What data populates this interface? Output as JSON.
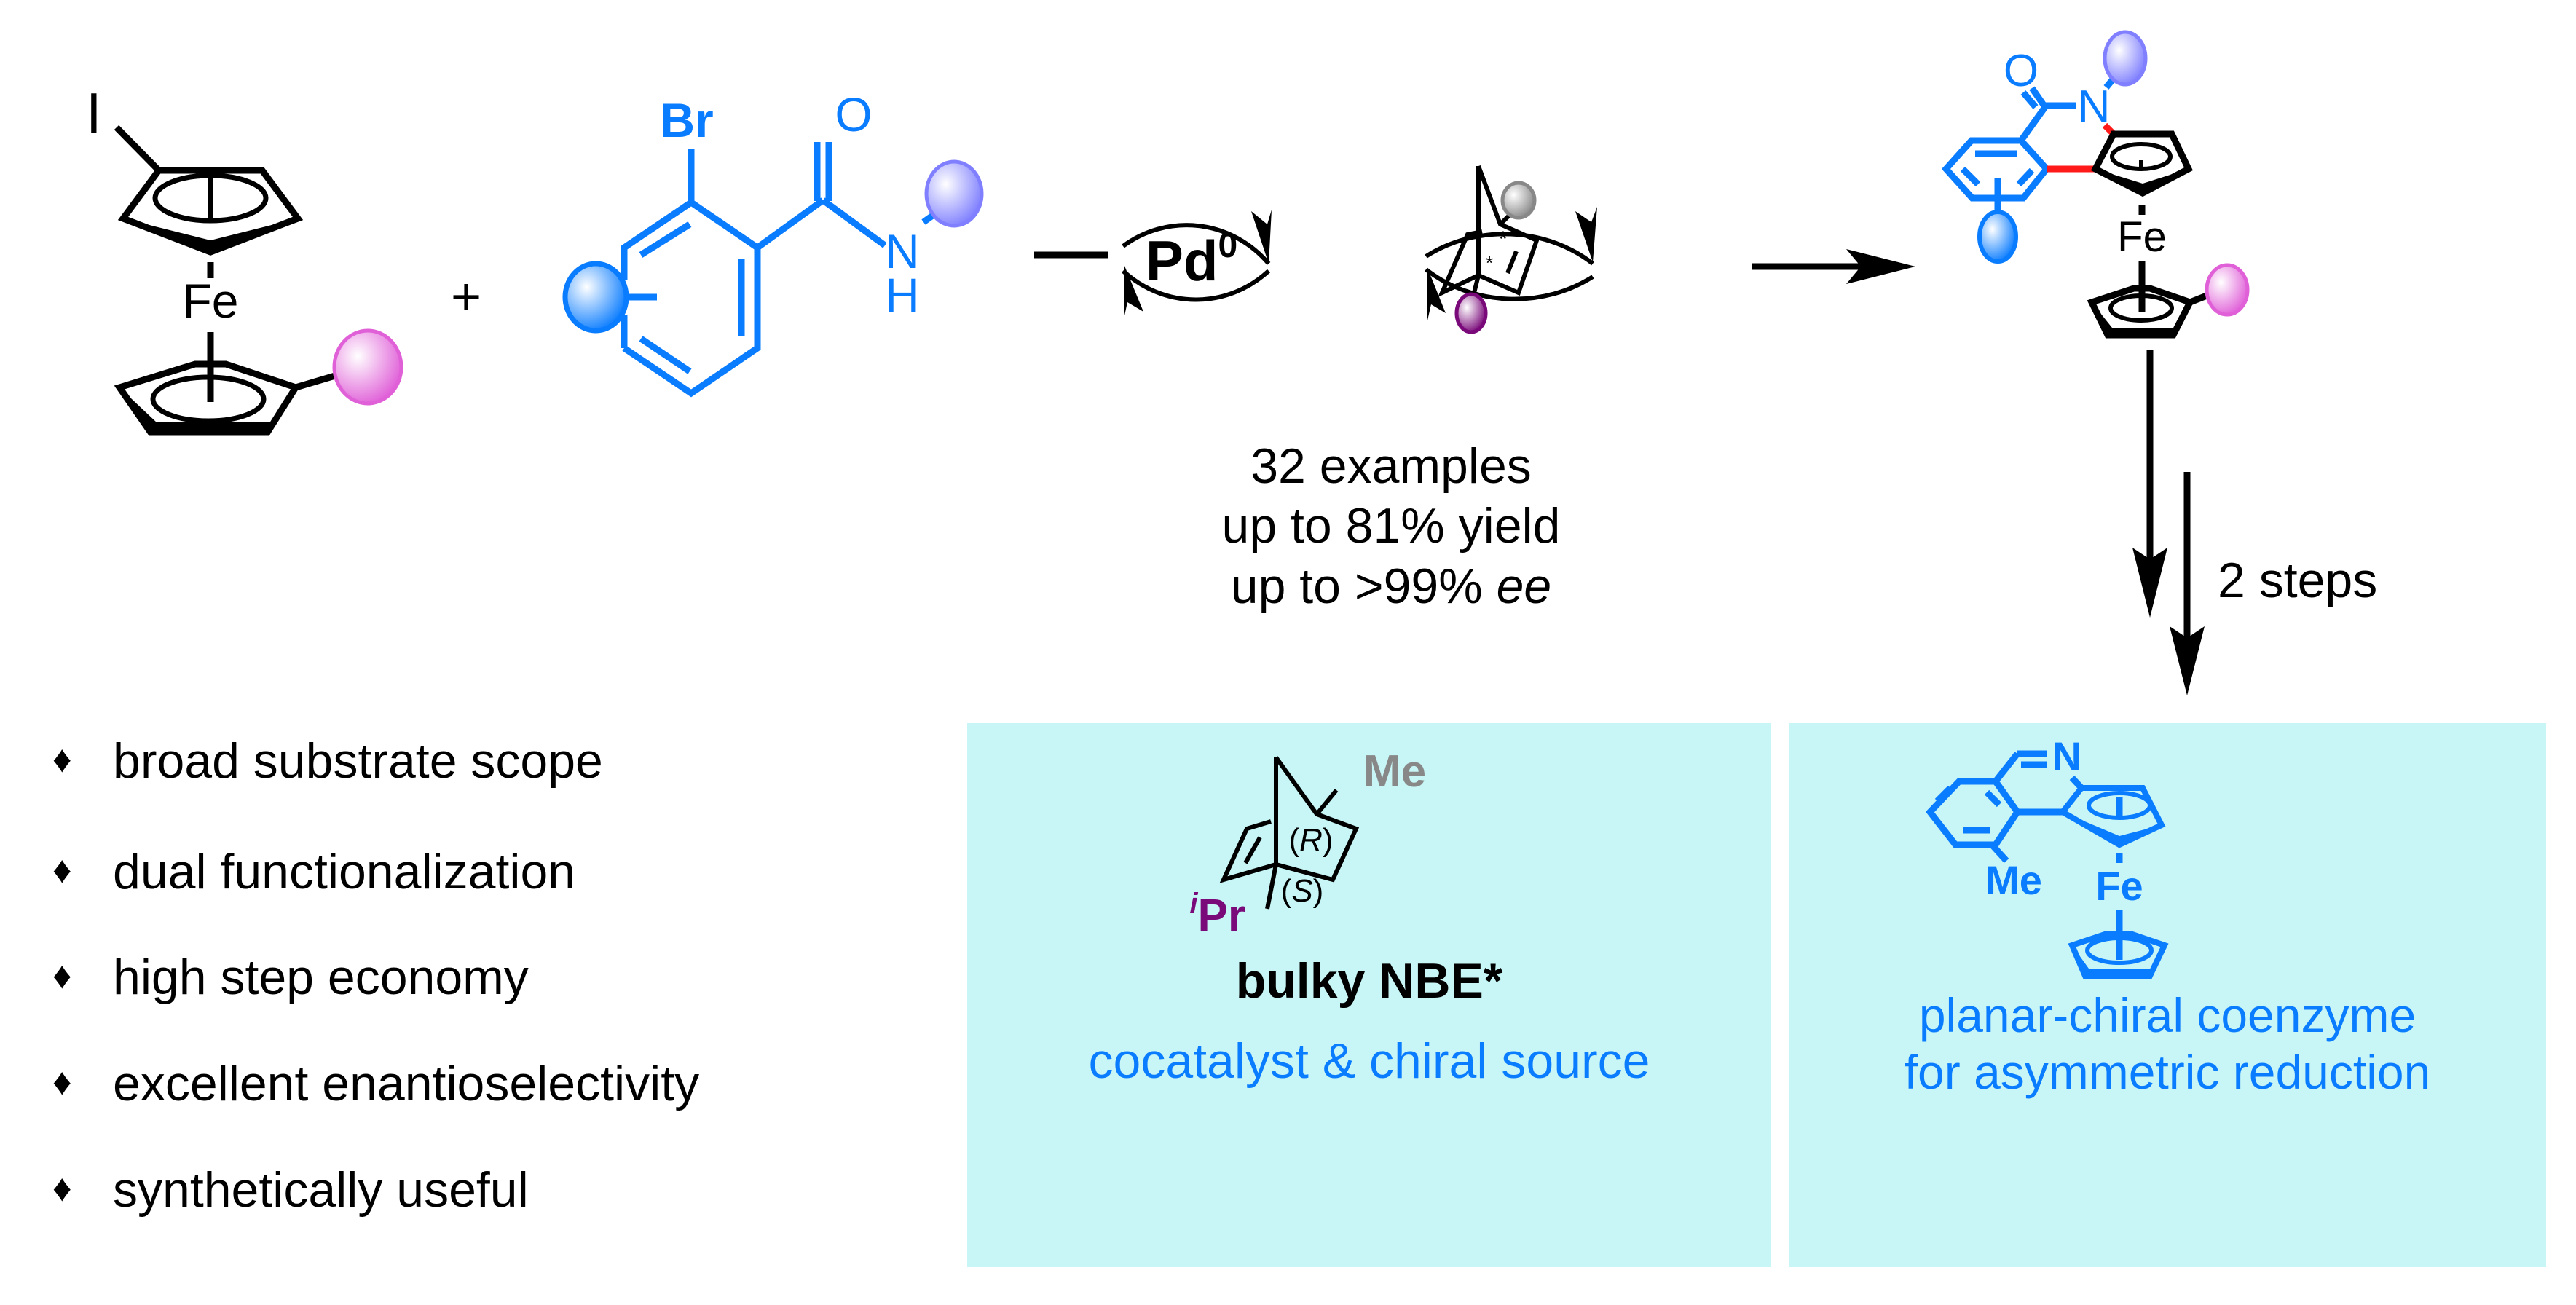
{
  "colors": {
    "substrate_blue": "#0a7cff",
    "new_bond_red": "#ff1a1a",
    "box_fill": "#c8f6f6",
    "ball_pink": "#e060d8",
    "ball_blue": "#0a7cff",
    "ball_purple_amide": "#7f7fff",
    "ball_gray": "#888888",
    "ball_purple_ipr": "#7a0a7a",
    "ipr_purple": "#7a0a7a",
    "me_gray": "#888888"
  },
  "reactant1": {
    "iodo": "I",
    "metal": "Fe"
  },
  "plus": "+",
  "reactant2": {
    "halogen": "Br",
    "oxygen": "O",
    "nitrogen": "N",
    "hydrogen": "H"
  },
  "catalysis": {
    "pd_label": "Pd",
    "pd_superscript": "0",
    "nbe_stereo_marks": [
      "*",
      "*"
    ],
    "conditions": [
      "32 examples",
      "up to 81% yield",
      "up to >99% "
    ],
    "ee_italic": "ee"
  },
  "product": {
    "oxygen": "O",
    "nitrogen": "N",
    "metal": "Fe"
  },
  "transform": {
    "steps_label": "2 steps"
  },
  "features": [
    "broad substrate scope",
    "dual functionalization",
    "high step economy",
    "excellent enantioselectivity",
    "synthetically useful"
  ],
  "bullet_glyph": "♦",
  "nbe_box": {
    "me": "Me",
    "r_label": "R",
    "s_label": "S",
    "ipr_super": "i",
    "ipr": "Pr",
    "paren_open": "(",
    "paren_close": ")",
    "title": "bulky NBE*",
    "subtitle": "cocatalyst & chiral source"
  },
  "coenzyme_box": {
    "nitrogen": "N",
    "me": "Me",
    "metal": "Fe",
    "line1": "planar-chiral coenzyme",
    "line2": "for asymmetric reduction"
  }
}
